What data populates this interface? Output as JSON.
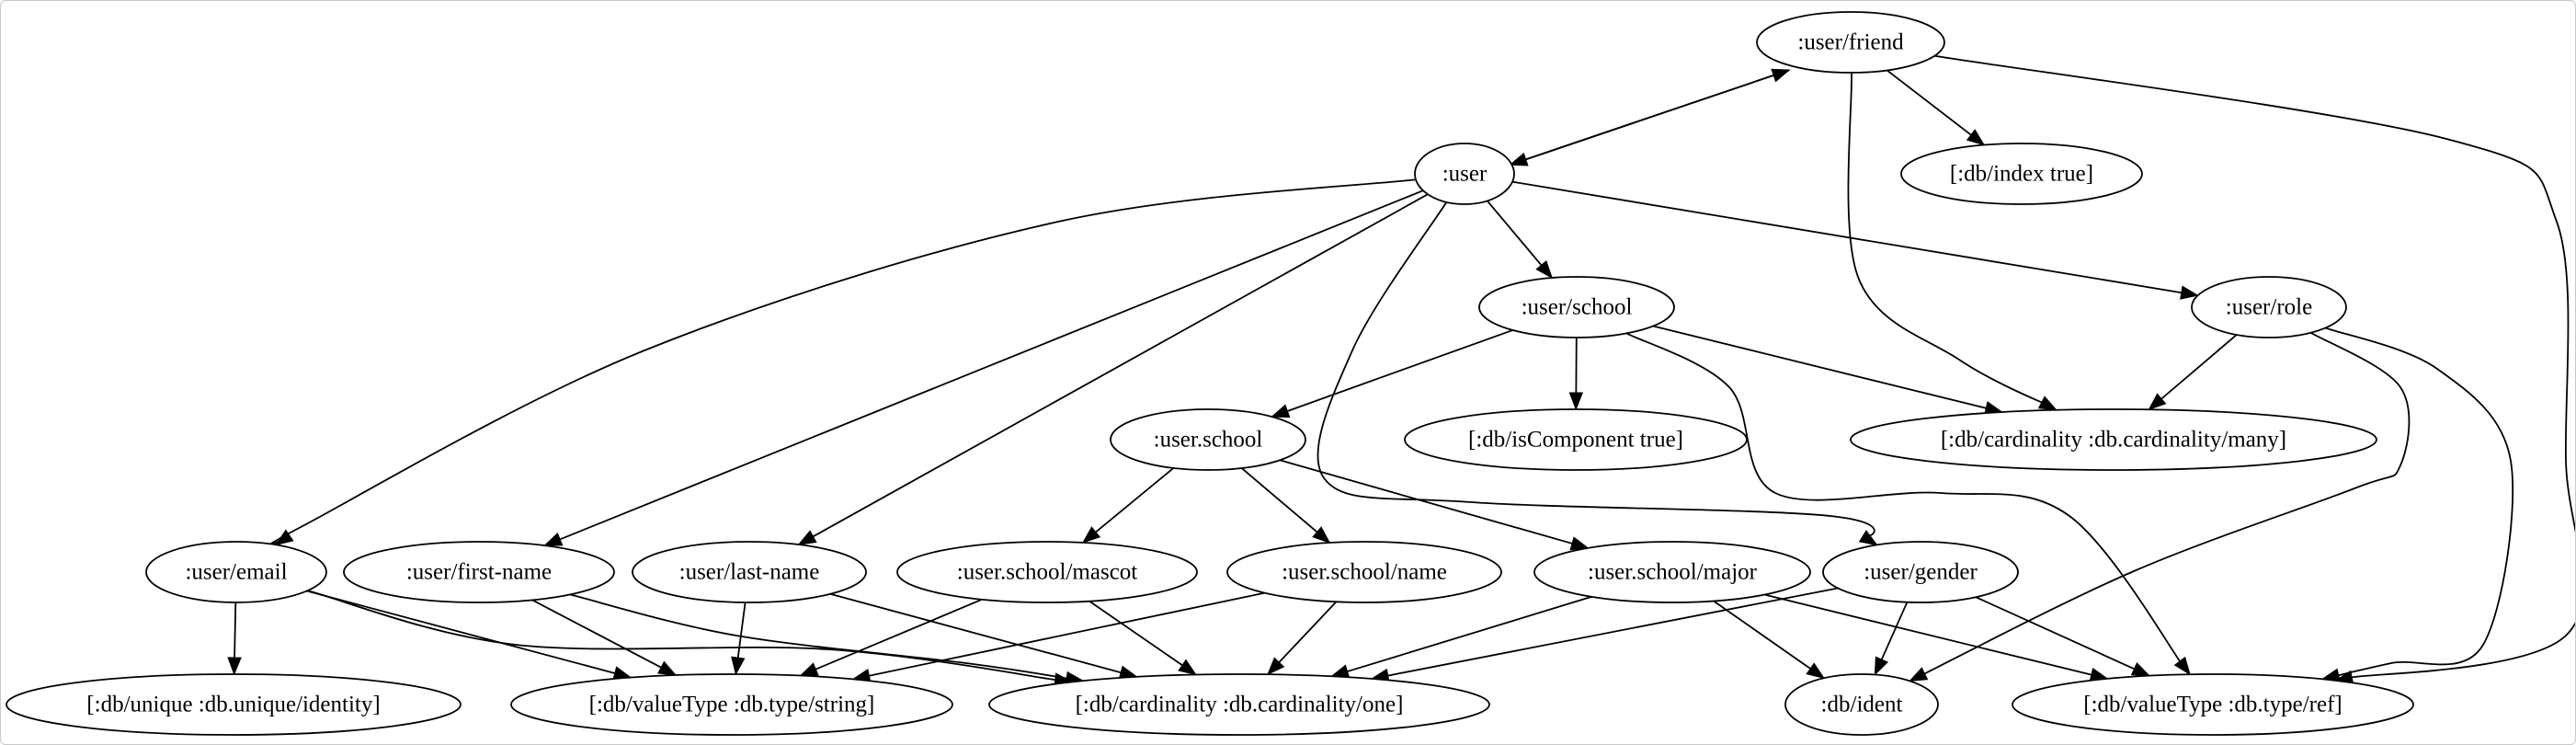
{
  "graph": {
    "nodes": [
      {
        "id": "friend",
        "label": ":user/friend"
      },
      {
        "id": "index",
        "label": "[:db/index true]"
      },
      {
        "id": "user",
        "label": ":user"
      },
      {
        "id": "school",
        "label": ":user/school"
      },
      {
        "id": "role",
        "label": ":user/role"
      },
      {
        "id": "school_ns",
        "label": ":user.school"
      },
      {
        "id": "iscomp",
        "label": "[:db/isComponent true]"
      },
      {
        "id": "card_many",
        "label": "[:db/cardinality :db.cardinality/many]"
      },
      {
        "id": "email",
        "label": ":user/email"
      },
      {
        "id": "first",
        "label": ":user/first-name"
      },
      {
        "id": "last",
        "label": ":user/last-name"
      },
      {
        "id": "mascot",
        "label": ":user.school/mascot"
      },
      {
        "id": "sname",
        "label": ":user.school/name"
      },
      {
        "id": "major",
        "label": ":user.school/major"
      },
      {
        "id": "gender",
        "label": ":user/gender"
      },
      {
        "id": "unique",
        "label": "[:db/unique :db.unique/identity]"
      },
      {
        "id": "vt_string",
        "label": "[:db/valueType :db.type/string]"
      },
      {
        "id": "card_one",
        "label": "[:db/cardinality :db.cardinality/one]"
      },
      {
        "id": "ident",
        "label": ":db/ident"
      },
      {
        "id": "vt_ref",
        "label": "[:db/valueType :db.type/ref]"
      }
    ],
    "edges": [
      {
        "from": "user",
        "to": "friend"
      },
      {
        "from": "friend",
        "to": "user"
      },
      {
        "from": "friend",
        "to": "index"
      },
      {
        "from": "friend",
        "to": "card_many"
      },
      {
        "from": "friend",
        "to": "vt_ref"
      },
      {
        "from": "user",
        "to": "school"
      },
      {
        "from": "user",
        "to": "role"
      },
      {
        "from": "user",
        "to": "email"
      },
      {
        "from": "user",
        "to": "first"
      },
      {
        "from": "user",
        "to": "last"
      },
      {
        "from": "user",
        "to": "gender"
      },
      {
        "from": "school",
        "to": "school_ns"
      },
      {
        "from": "school",
        "to": "iscomp"
      },
      {
        "from": "school",
        "to": "card_many"
      },
      {
        "from": "school",
        "to": "vt_ref"
      },
      {
        "from": "role",
        "to": "card_many"
      },
      {
        "from": "role",
        "to": "ident"
      },
      {
        "from": "role",
        "to": "vt_ref"
      },
      {
        "from": "school_ns",
        "to": "mascot"
      },
      {
        "from": "school_ns",
        "to": "sname"
      },
      {
        "from": "school_ns",
        "to": "major"
      },
      {
        "from": "email",
        "to": "unique"
      },
      {
        "from": "email",
        "to": "vt_string"
      },
      {
        "from": "email",
        "to": "card_one"
      },
      {
        "from": "first",
        "to": "vt_string"
      },
      {
        "from": "first",
        "to": "card_one"
      },
      {
        "from": "last",
        "to": "vt_string"
      },
      {
        "from": "last",
        "to": "card_one"
      },
      {
        "from": "mascot",
        "to": "vt_string"
      },
      {
        "from": "mascot",
        "to": "card_one"
      },
      {
        "from": "sname",
        "to": "vt_string"
      },
      {
        "from": "sname",
        "to": "card_one"
      },
      {
        "from": "major",
        "to": "card_one"
      },
      {
        "from": "major",
        "to": "ident"
      },
      {
        "from": "major",
        "to": "vt_ref"
      },
      {
        "from": "gender",
        "to": "card_one"
      },
      {
        "from": "gender",
        "to": "ident"
      },
      {
        "from": "gender",
        "to": "vt_ref"
      }
    ]
  }
}
